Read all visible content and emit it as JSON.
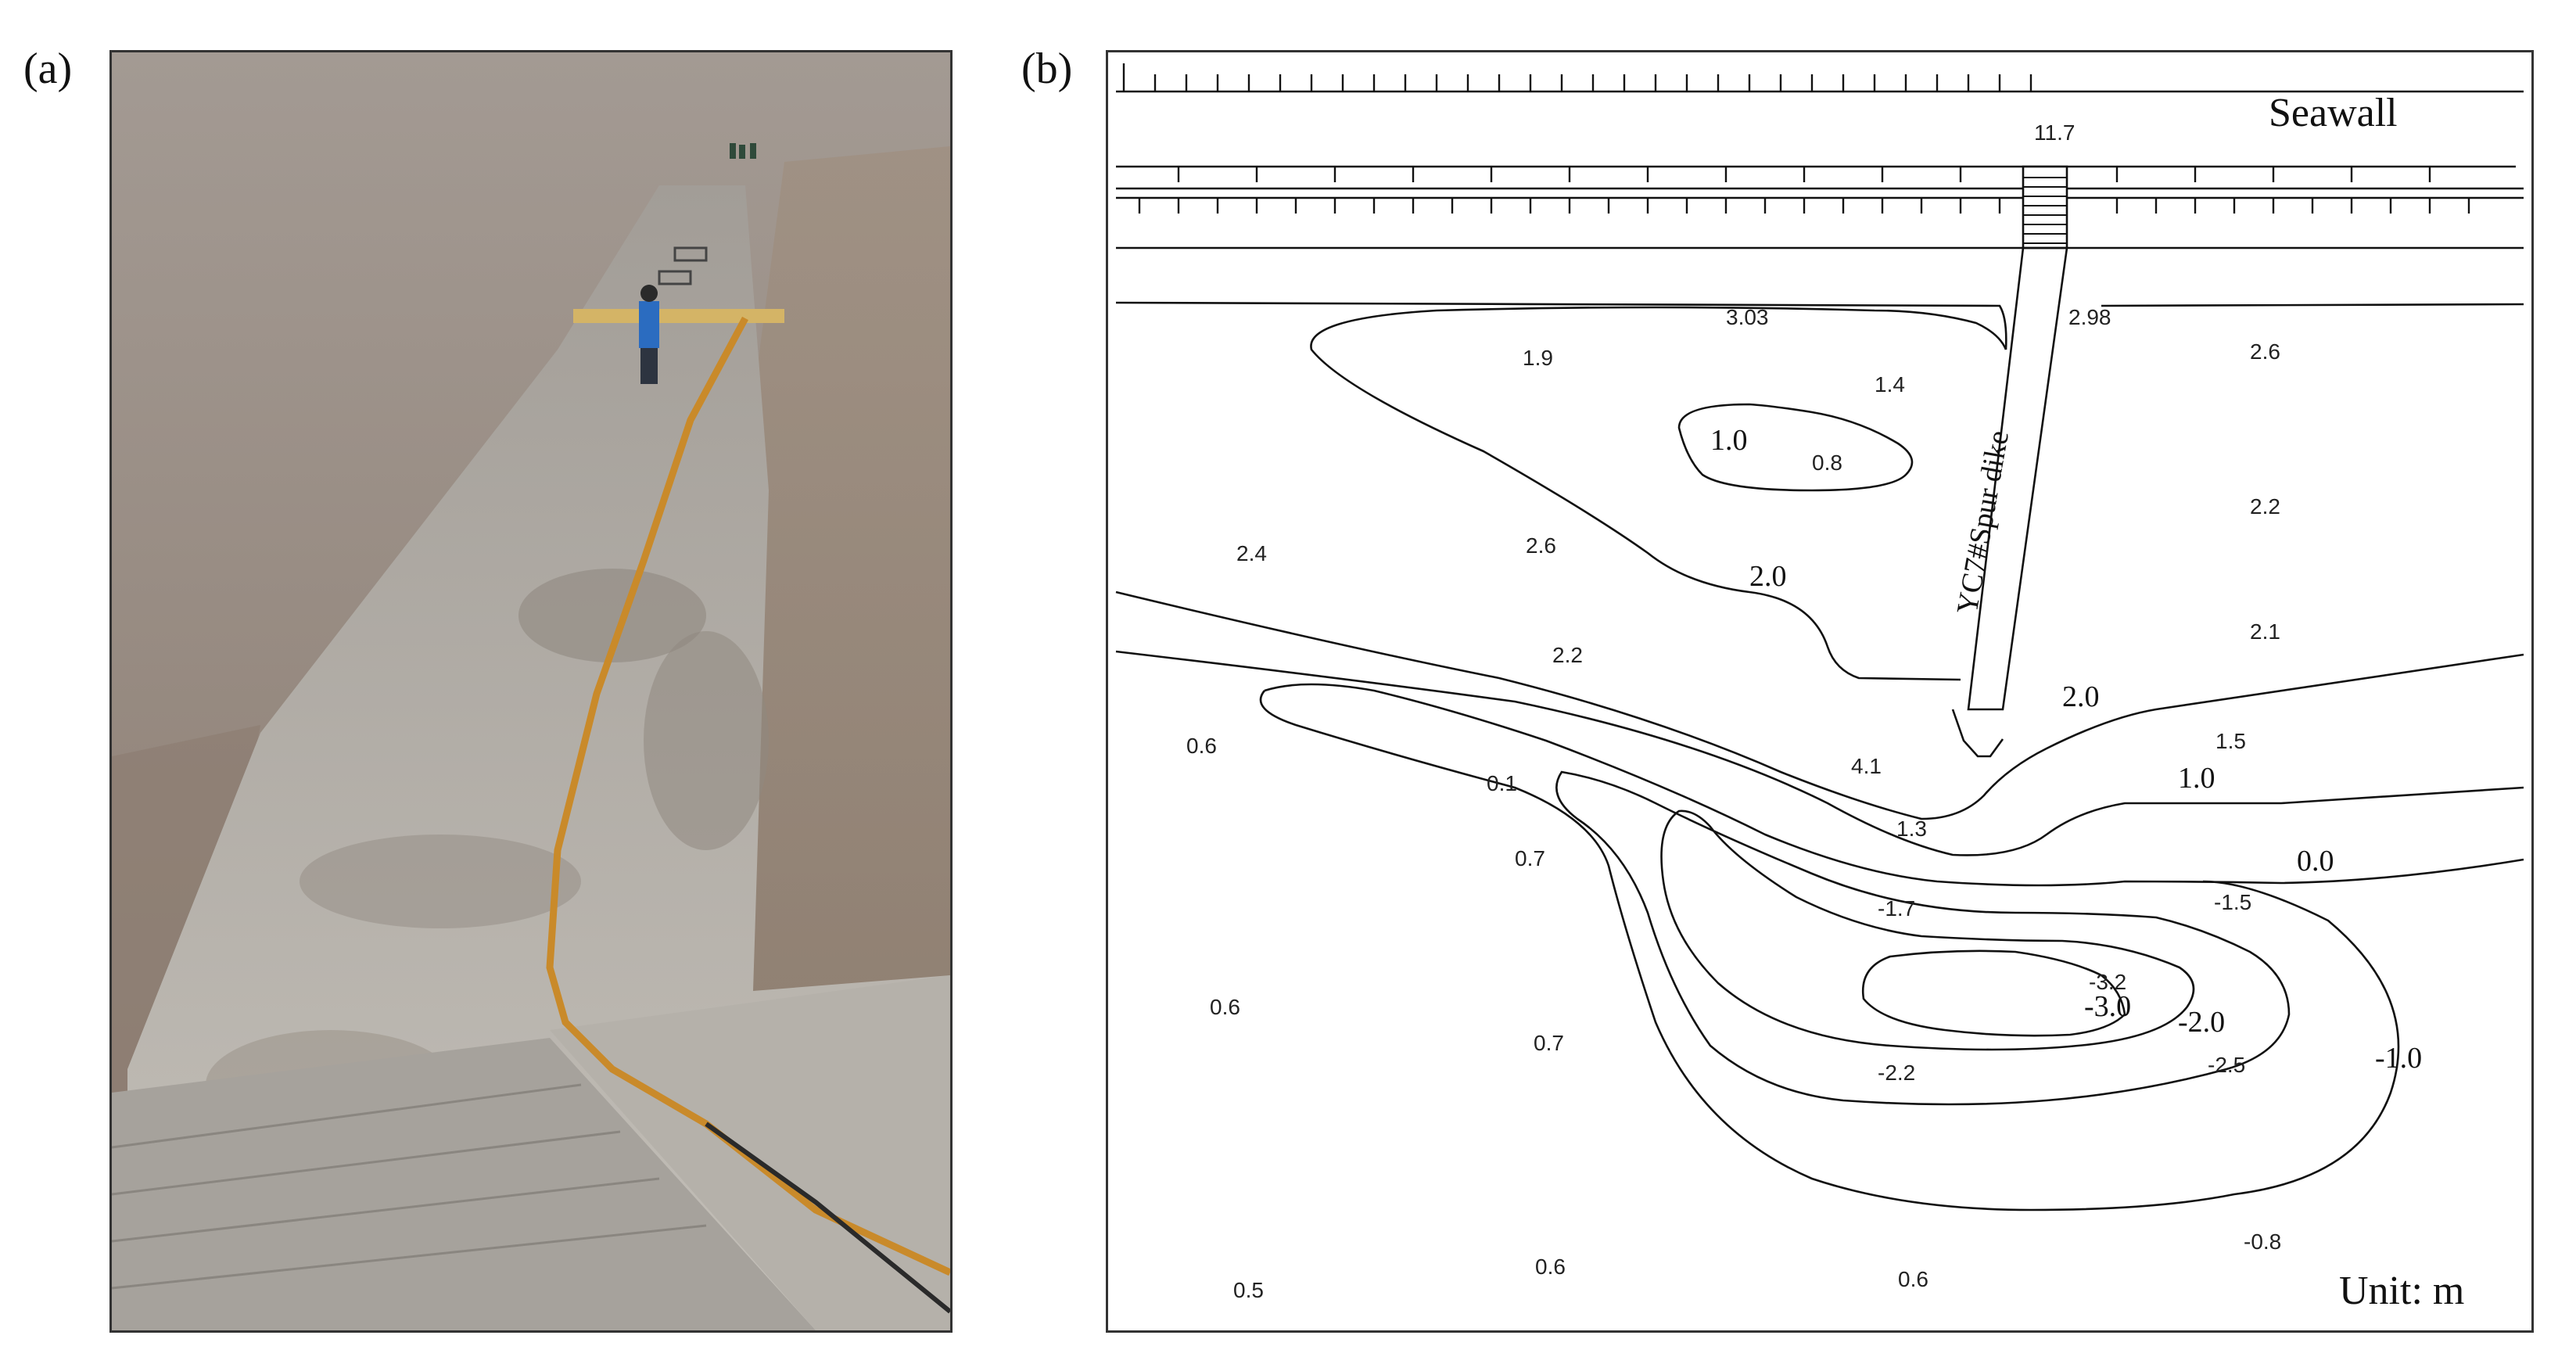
{
  "panels": {
    "a": {
      "label": "(a)"
    },
    "b": {
      "label": "(b)",
      "seawall_label": "Seawall",
      "spur_dike_label": "YC7#Spur dike",
      "unit_label": "Unit: m",
      "contour_labels": [
        "1.0",
        "2.0",
        "2.0",
        "1.0",
        "0.0",
        "-3.0",
        "-2.0",
        "-1.0"
      ],
      "values": [
        "11.7",
        "3.03",
        "2.98",
        "2.6",
        "1.9",
        "1.4",
        "0.8",
        "2.4",
        "2.6",
        "2.2",
        "2.2",
        "2.1",
        "1.5",
        "0.6",
        "0.1",
        "4.1",
        "1.3",
        "0.7",
        "-1.7",
        "-1.5",
        "-3.2",
        "0.6",
        "0.7",
        "-2.2",
        "-2.5",
        "0.5",
        "0.6",
        "0.6",
        "-0.8"
      ]
    }
  }
}
